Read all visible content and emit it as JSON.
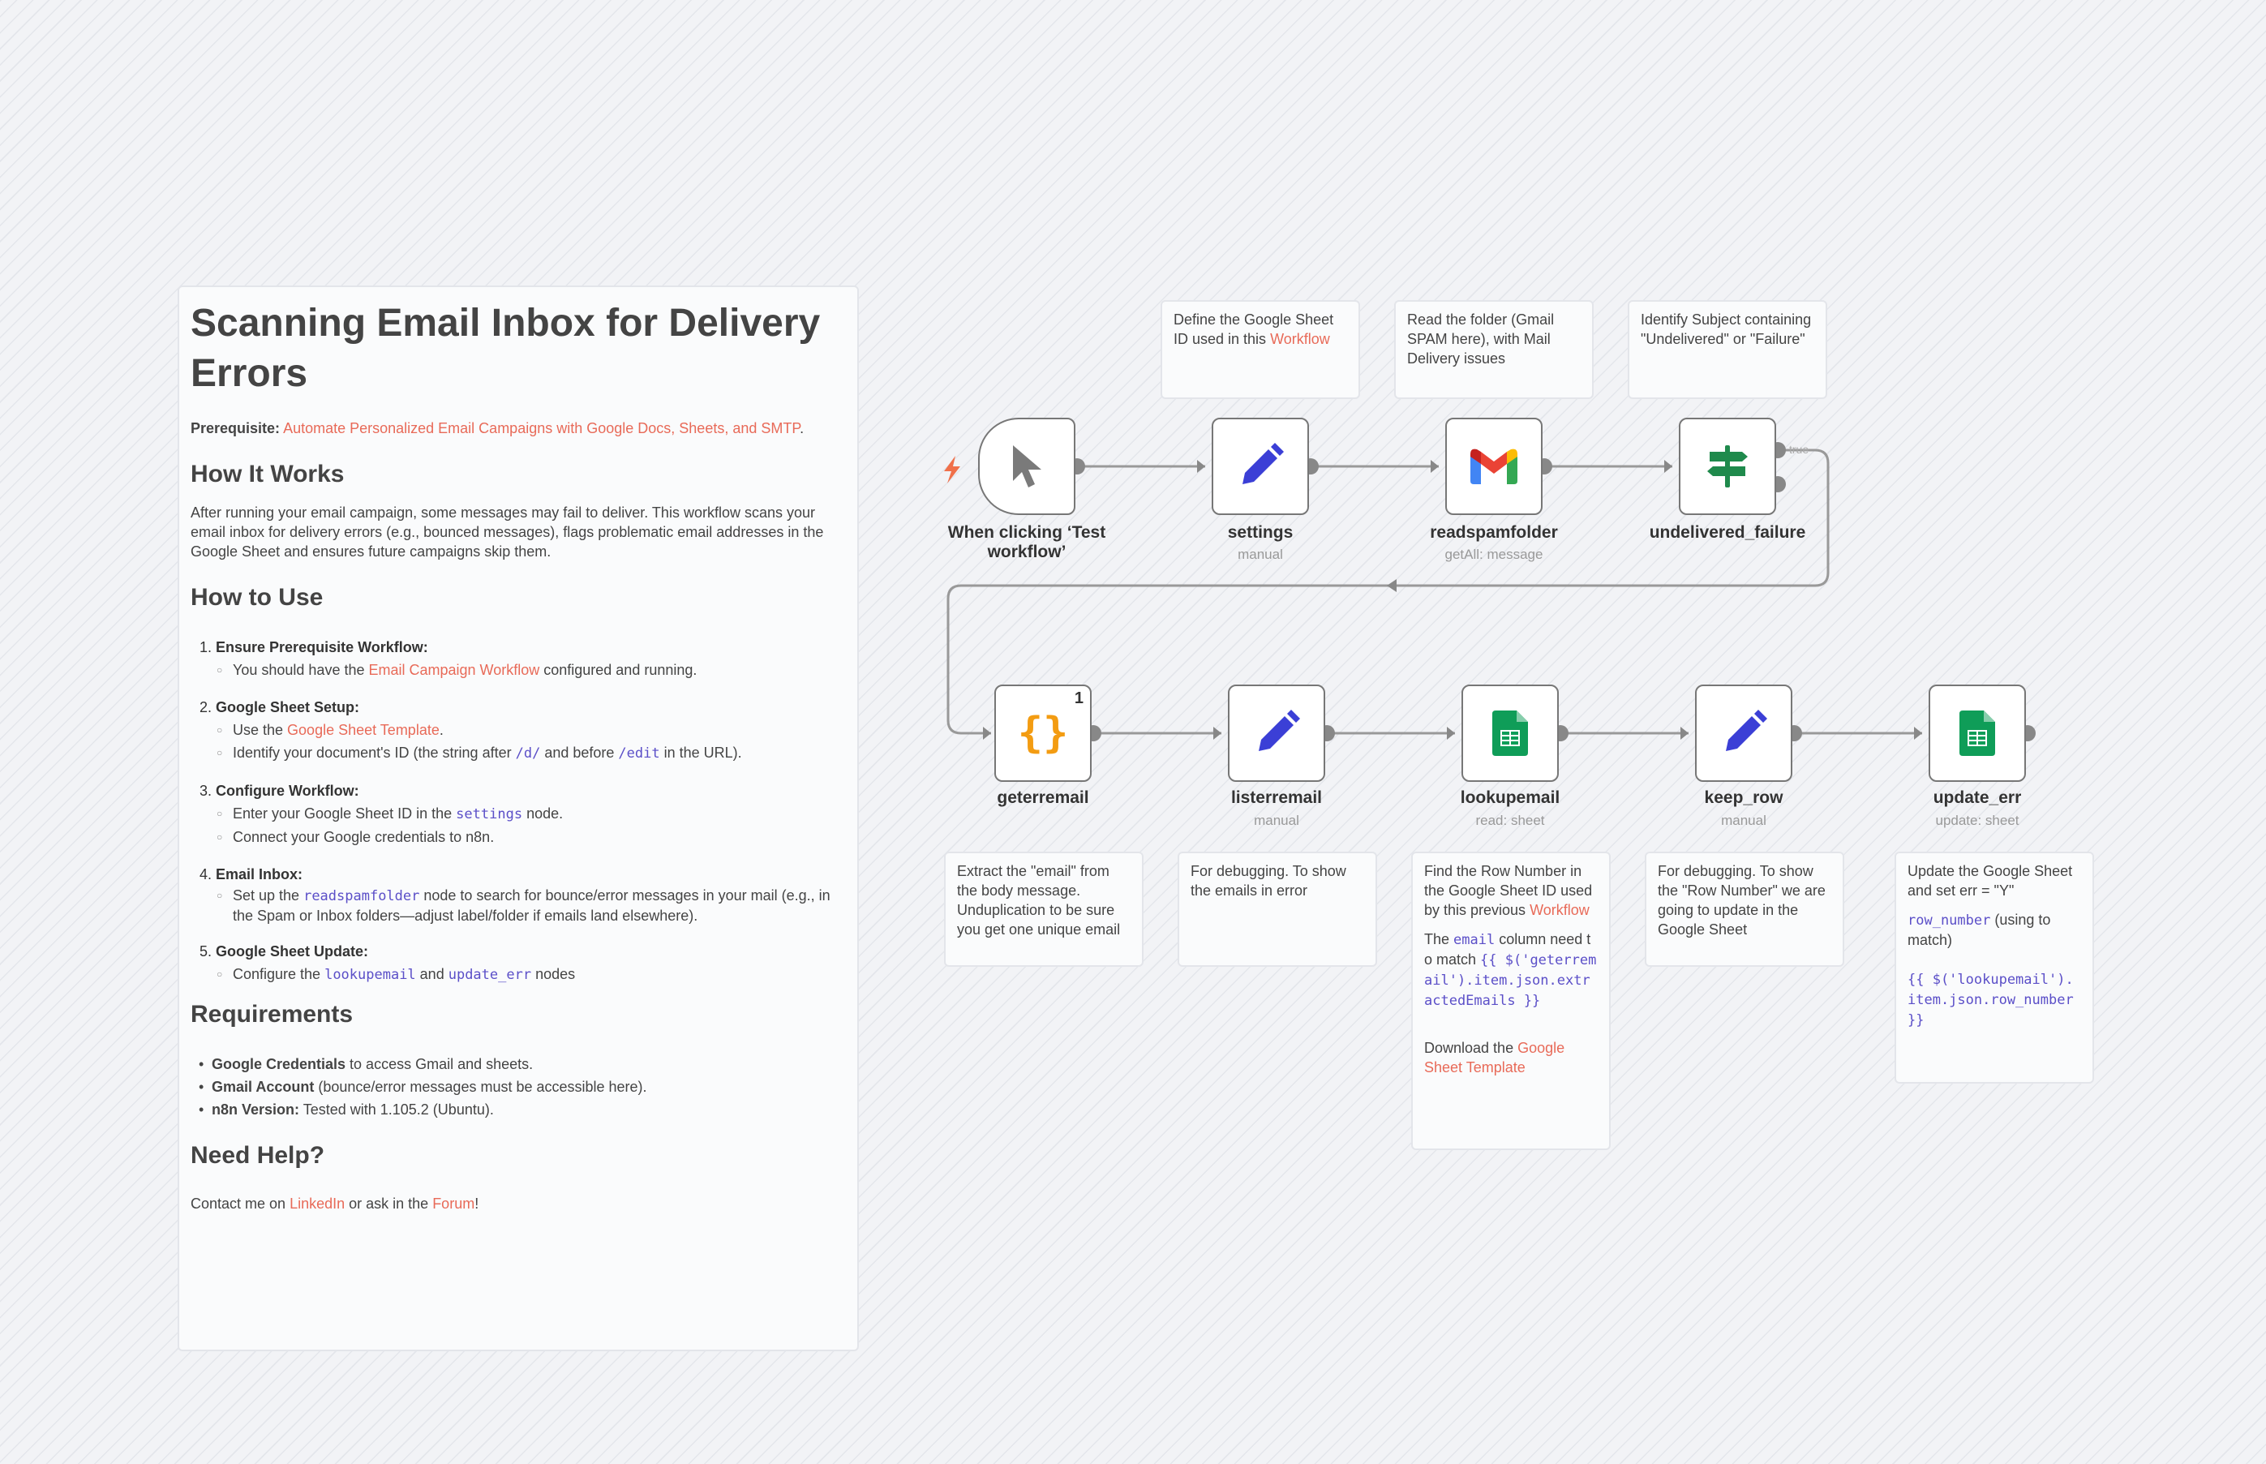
{
  "sticky": {
    "title": "Scanning Email Inbox for Delivery Errors",
    "prereq_label": "Prerequisite:",
    "prereq_link": "Automate Personalized Email Campaigns with Google Docs, Sheets, and SMTP",
    "prereq_end": ".",
    "h_how_it_works": "How It Works",
    "how_it_works_text": "After running your email campaign, some messages may fail to deliver. This workflow scans your email inbox for delivery errors (e.g., bounced messages), flags problematic email addresses in the Google Sheet and ensures future campaigns skip them.",
    "h_how_to_use": "How to Use",
    "steps": {
      "s1": {
        "num": "1.",
        "title": "Ensure Prerequisite Workflow:",
        "a_pre": "You should have the ",
        "a_link": "Email Campaign Workflow",
        "a_post": " configured and running."
      },
      "s2": {
        "num": "2.",
        "title": "Google Sheet Setup:",
        "a_pre": "Use the ",
        "a_link": "Google Sheet Template",
        "a_post": ".",
        "b_pre": "Identify your document's ID (the string after ",
        "b_code1": "/d/",
        "b_mid": " and before ",
        "b_code2": "/edit",
        "b_post": " in the URL)."
      },
      "s3": {
        "num": "3.",
        "title": "Configure Workflow:",
        "a_pre": "Enter your Google Sheet ID in the ",
        "a_code": "settings",
        "a_post": " node.",
        "b": "Connect your Google credentials to n8n."
      },
      "s4": {
        "num": "4.",
        "title": "Email Inbox:",
        "a_pre": "Set up the ",
        "a_code": "readspamfolder",
        "a_post": " node to search for bounce/error messages in your mail (e.g., in the Spam or Inbox folders—adjust label/folder if emails land elsewhere)."
      },
      "s5": {
        "num": "5.",
        "title": "Google Sheet Update:",
        "a_pre": "Configure the ",
        "a_code1": "lookupemail",
        "a_mid": " and ",
        "a_code2": "update_err",
        "a_post": " nodes"
      }
    },
    "h_requirements": "Requirements",
    "requirements": {
      "r1_bold": "Google Credentials",
      "r1_rest": " to access Gmail and sheets.",
      "r2_bold": "Gmail Account",
      "r2_rest": " (bounce/error messages must be accessible here).",
      "r3_bold": "n8n Version:",
      "r3_rest": " Tested with 1.105.2 (Ubuntu)."
    },
    "h_need_help": "Need Help?",
    "help_pre": "Contact me on ",
    "help_link1": "LinkedIn",
    "help_mid": " or ask in the ",
    "help_link2": "Forum",
    "help_end": "!"
  },
  "nodes": {
    "trigger": {
      "label": "When clicking ‘Test workflow’"
    },
    "settings": {
      "label": "settings",
      "sub": "manual"
    },
    "readspamfolder": {
      "label": "readspamfolder",
      "sub": "getAll: message"
    },
    "undelivered_failure": {
      "label": "undelivered_failure",
      "true_label": "true"
    },
    "geterremail": {
      "label": "geterremail",
      "badge": "1"
    },
    "listerremail": {
      "label": "listerremail",
      "sub": "manual"
    },
    "lookupemail": {
      "label": "lookupemail",
      "sub": "read: sheet"
    },
    "keep_row": {
      "label": "keep_row",
      "sub": "manual"
    },
    "update_err": {
      "label": "update_err",
      "sub": "update: sheet"
    }
  },
  "notes": {
    "n_settings": {
      "pre": "Define the Google Sheet ID used in this ",
      "link": "Workflow"
    },
    "n_readspam": {
      "text": "Read the folder (Gmail SPAM here), with Mail Delivery issues"
    },
    "n_undelivered": {
      "text": "Identify Subject containing \"Undelivered\" or \"Failure\""
    },
    "n_geterr": {
      "text": "Extract the \"email\" from the body message. Unduplication to be sure you get one unique email"
    },
    "n_listerr": {
      "text": "For debugging. To show the emails in error"
    },
    "n_lookup": {
      "p1_pre": "Find the Row Number in the Google Sheet ID used by this previous ",
      "p1_link": "Workflow",
      "p2_pre": "The ",
      "p2_code": "email",
      "p2_mid": " column need to match ",
      "p2_code2": "{{ $('geterremail').item.json.extractedEmails }}",
      "p3_pre": "Download the ",
      "p3_link": "Google Sheet Template"
    },
    "n_keeprow": {
      "text": "For debugging. To show the \"Row Number\" we are going to update in the Google Sheet"
    },
    "n_update": {
      "p1": "Update the Google Sheet and set err = \"Y\"",
      "p2_code": "row_number",
      "p2_post": " (using to match)",
      "p3_code": "{{ $('lookupemail').item.json.row_number }}"
    }
  },
  "colors": {
    "link": "#e86a58",
    "code": "#5b4fc8",
    "connector": "#999999",
    "node_border": "#777777"
  }
}
